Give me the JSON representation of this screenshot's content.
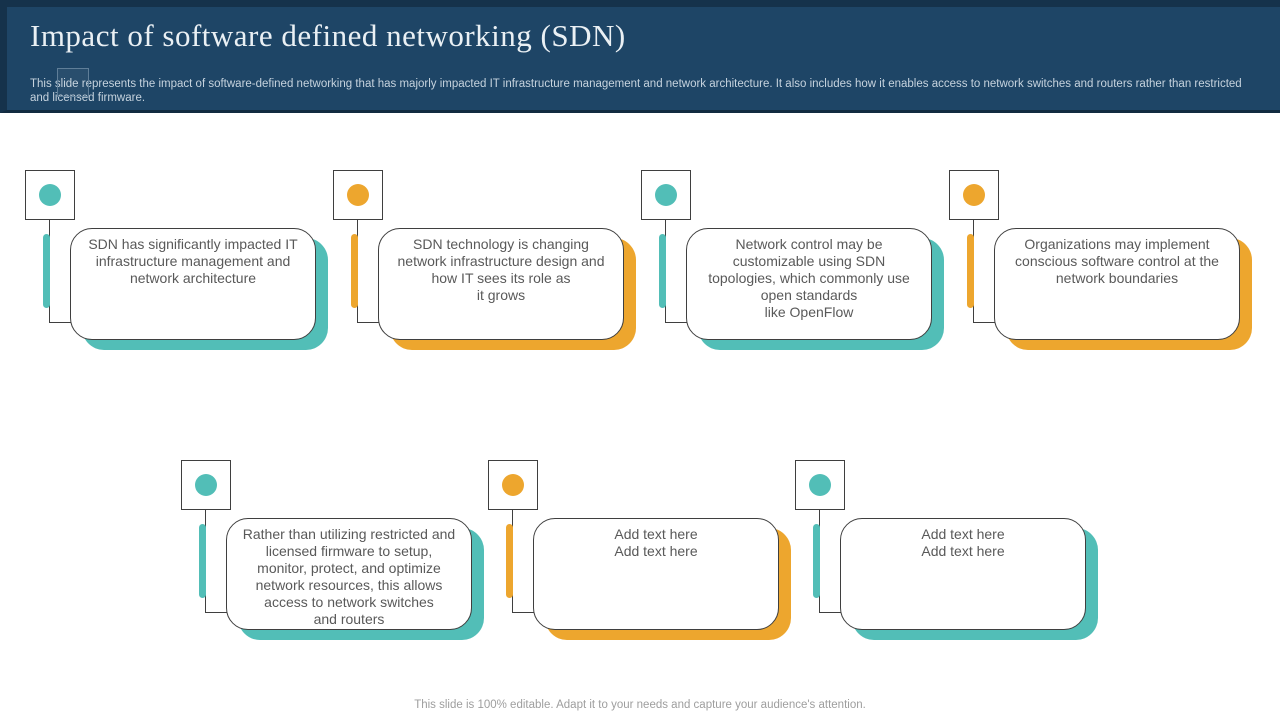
{
  "header": {
    "title": "Impact of software defined networking (SDN)",
    "subtitle": "This slide represents the impact of software-defined networking that has majorly impacted IT infrastructure management and network architecture. It also includes how it enables access to network switches and routers rather than restricted and licensed firmware."
  },
  "colors": {
    "teal": "#52BEB7",
    "orange": "#EDA62E",
    "navy": "#1E4566"
  },
  "cards": [
    {
      "accent": "teal",
      "text": "SDN has significantly impacted IT\ninfrastructure management and\nnetwork architecture"
    },
    {
      "accent": "orange",
      "text": "SDN technology is changing\nnetwork infrastructure design and\nhow IT sees its role as\nit grows"
    },
    {
      "accent": "teal",
      "text": "Network control may be\ncustomizable using SDN\ntopologies, which commonly use\nopen standards\nlike OpenFlow"
    },
    {
      "accent": "orange",
      "text": "Organizations may implement\nconscious software control at the\nnetwork boundaries"
    },
    {
      "accent": "teal",
      "text": "Rather than utilizing restricted and\nlicensed firmware to setup,\nmonitor, protect, and optimize\nnetwork resources, this allows\naccess to network switches\nand routers"
    },
    {
      "accent": "orange",
      "text": "Add text here\nAdd text here"
    },
    {
      "accent": "teal",
      "text": "Add text here\nAdd text here"
    }
  ],
  "footer": {
    "text": "This slide is 100% editable. Adapt it to your needs and capture your audience's attention."
  }
}
